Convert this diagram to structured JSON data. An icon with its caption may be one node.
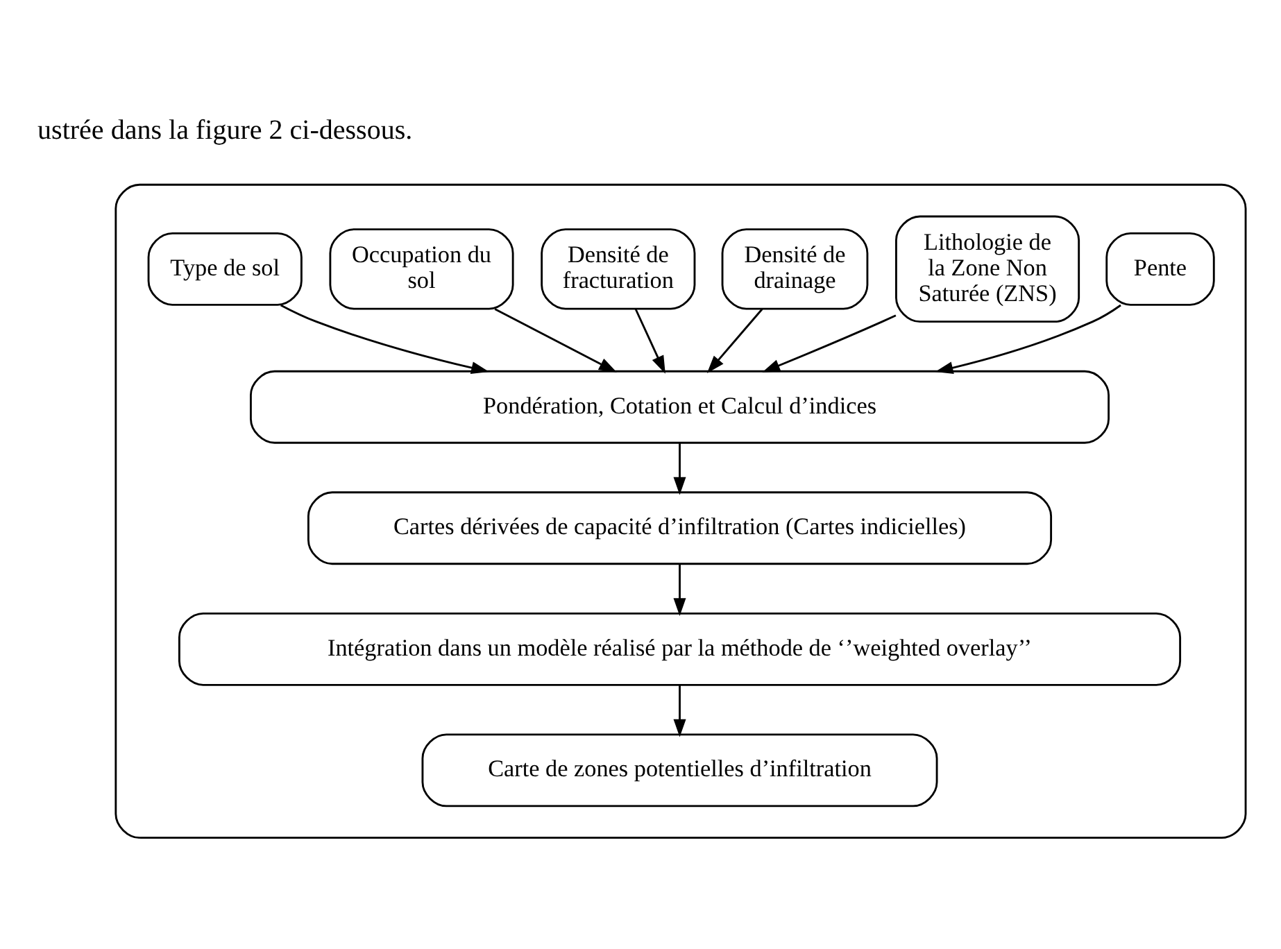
{
  "diagram": {
    "nodes": [
      {
        "text": [],
        "shape": "box"
      },
      {
        "text": [
          "Type de sol"
        ],
        "in": 0
      },
      {
        "text": [
          "Occupation du sol"
        ],
        "in": 0
      },
      {
        "text": [
          "Densité de fracturation"
        ],
        "in": 0
      },
      {
        "text": [
          "Densité de drainage"
        ],
        "in": 0
      },
      {
        "text": [
          "Lithologie de la Zone Non Saturée (ZNS)"
        ],
        "in": 0
      },
      {
        "text": [
          "Pente"
        ],
        "in": 0
      },
      {
        "text": [
          "Pondération, Cotation et Calcul d’indices"
        ],
        "in": 0
      },
      {
        "text": [
          "Cartes dérivées de capacité d’infiltration (Cartes indicielles)"
        ],
        "in": 0
      },
      {
        "text": [
          "Intégration dans un modèle réalisé par la méthode de ‘’weighted overlay’’"
        ],
        "in": 0
      },
      {
        "text": [
          "Carte de zones potentielles d’infiltration"
        ],
        "in": 0
      }
    ],
    "edges": [
      {
        "from": 1,
        "to": 7,
        "arrow": "to"
      },
      {
        "from": 2,
        "to": 7,
        "arrow": "to"
      },
      {
        "from": 3,
        "to": 7,
        "arrow": "to"
      },
      {
        "from": 4,
        "to": 7,
        "arrow": "to"
      },
      {
        "from": 5,
        "to": 7,
        "arrow": "to"
      },
      {
        "from": 6,
        "to": 7,
        "arrow": "to"
      },
      {
        "from": 7,
        "to": 8,
        "arrow": "to"
      },
      {
        "from": 8,
        "to": 9,
        "arrow": "to"
      },
      {
        "from": 9,
        "to": 10,
        "arrow": "to"
      }
    ],
    "labels": [
      "ustrée dans la figure 2 ci-dessous."
    ]
  }
}
